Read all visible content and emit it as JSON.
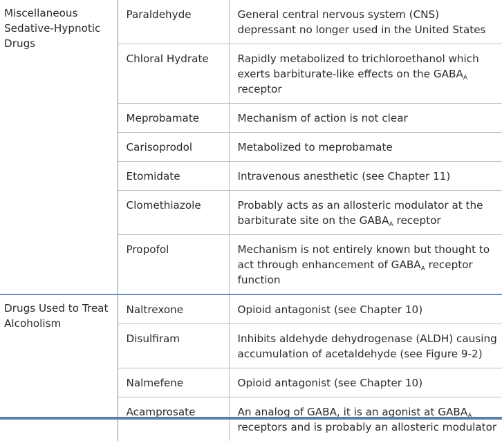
{
  "groups": [
    {
      "category": "Miscellaneous Sedative-Hypnotic Drugs",
      "rows": [
        {
          "drug": "Paraldehyde",
          "desc_parts": [
            "General central nervous system (CNS) depressant no longer used in the United States"
          ]
        },
        {
          "drug": "Chloral Hydrate",
          "desc_parts": [
            "Rapidly metabolized to trichloroethanol which exerts barbiturate-like effects on the GABA",
            "A",
            " receptor"
          ]
        },
        {
          "drug": "Meprobamate",
          "desc_parts": [
            "Mechanism of action is not clear"
          ]
        },
        {
          "drug": "Carisoprodol",
          "desc_parts": [
            "Metabolized to meprobamate"
          ]
        },
        {
          "drug": "Etomidate",
          "desc_parts": [
            "Intravenous anesthetic (see Chapter 11)"
          ]
        },
        {
          "drug": "Clomethiazole",
          "desc_parts": [
            "Probably acts as an allosteric modulator at the barbiturate site on the GABA",
            "A",
            " receptor"
          ]
        },
        {
          "drug": "Propofol",
          "desc_parts": [
            "Mechanism is not entirely known but thought to act through enhancement of GABA",
            "A",
            " receptor function"
          ]
        }
      ]
    },
    {
      "category": "Drugs Used to Treat Alcoholism",
      "rows": [
        {
          "drug": "Naltrexone",
          "desc_parts": [
            "Opioid antagonist (see Chapter 10)"
          ]
        },
        {
          "drug": "Disulfiram",
          "desc_parts": [
            "Inhibits aldehyde dehydrogenase (ALDH) causing accumulation of acetaldehyde (see Figure 9-2)"
          ]
        },
        {
          "drug": "Nalmefene",
          "desc_parts": [
            "Opioid antagonist (see Chapter 10)"
          ]
        },
        {
          "drug": "Acamprosate",
          "desc_parts": [
            "An analog of GABA, it is an agonist at GABA",
            "A",
            " receptors and is probably an allosteric modulator"
          ]
        }
      ]
    }
  ]
}
